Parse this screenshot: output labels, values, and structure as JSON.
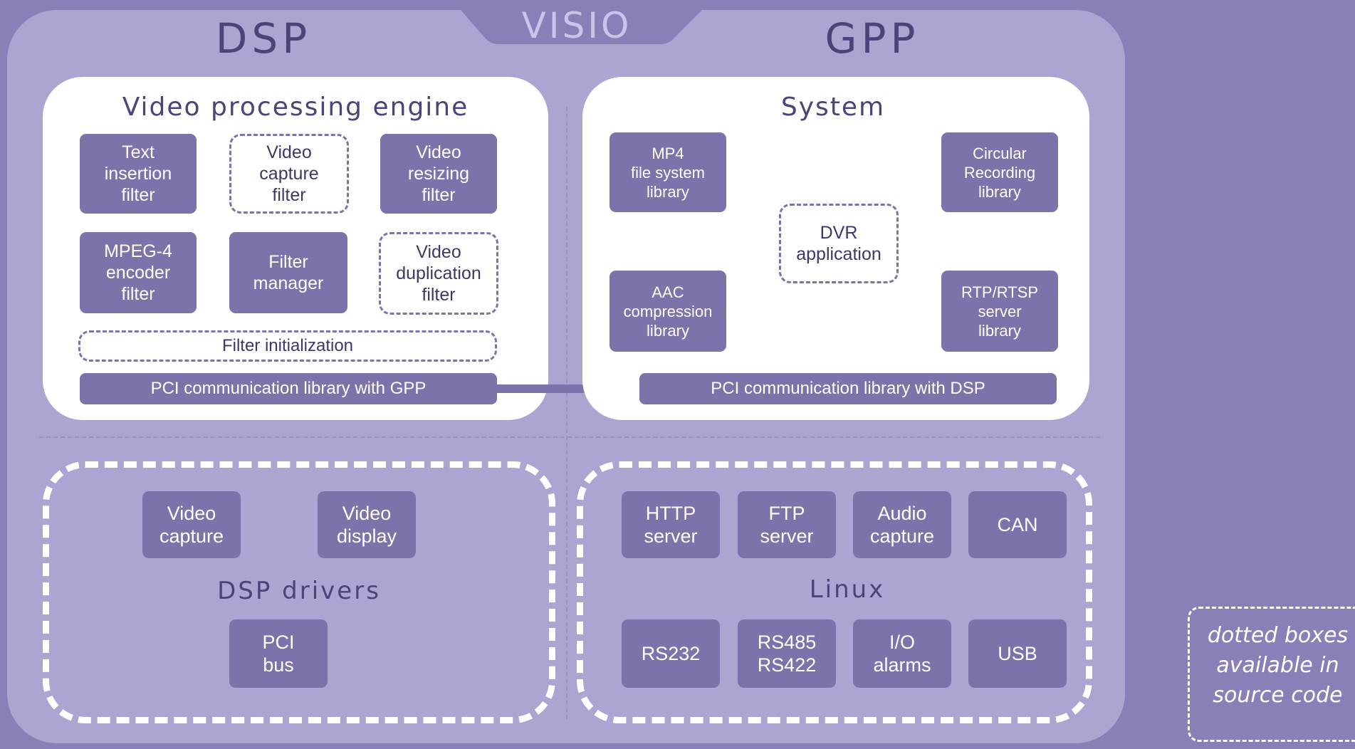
{
  "brand": "VISIO",
  "headers": {
    "dsp": "DSP",
    "gpp": "GPP"
  },
  "dsp": {
    "engine": {
      "title": "Video processing engine",
      "boxes": [
        {
          "label": "Text\ninsertion\nfilter",
          "dashed": false
        },
        {
          "label": "Video\ncapture\nfilter",
          "dashed": true
        },
        {
          "label": "Video\nresizing\nfilter",
          "dashed": false
        },
        {
          "label": "MPEG-4\nencoder\nfilter",
          "dashed": false
        },
        {
          "label": "Filter\nmanager",
          "dashed": false
        },
        {
          "label": "Video\nduplication\nfilter",
          "dashed": true
        }
      ],
      "init": "Filter initialization",
      "pci": "PCI communication library with GPP"
    },
    "drivers": {
      "title": "DSP drivers",
      "boxes": [
        "Video\ncapture",
        "Video\ndisplay",
        "PCI\nbus"
      ]
    }
  },
  "gpp": {
    "system": {
      "title": "System",
      "boxes": [
        {
          "label": "MP4\nfile system\nlibrary",
          "dashed": false
        },
        {
          "label": "Circular\nRecording\nlibrary",
          "dashed": false
        },
        {
          "label": "DVR\napplication",
          "dashed": true
        },
        {
          "label": "AAC\ncompression\nlibrary",
          "dashed": false
        },
        {
          "label": "RTP/RTSP\nserver\nlibrary",
          "dashed": false
        }
      ],
      "pci": "PCI communication library with DSP"
    },
    "linux": {
      "title": "Linux",
      "top_boxes": [
        "HTTP\nserver",
        "FTP\nserver",
        "Audio\ncapture",
        "CAN"
      ],
      "bottom_boxes": [
        "RS232",
        "RS485\nRS422",
        "I/O\nalarms",
        "USB"
      ]
    }
  },
  "legend": "dotted boxes\navailable in\nsource code",
  "colors": {
    "background": "#8980b8",
    "panel": "#aaa5d1",
    "box": "#7b73aa",
    "card": "#ffffff",
    "heading": "#4b4478"
  }
}
